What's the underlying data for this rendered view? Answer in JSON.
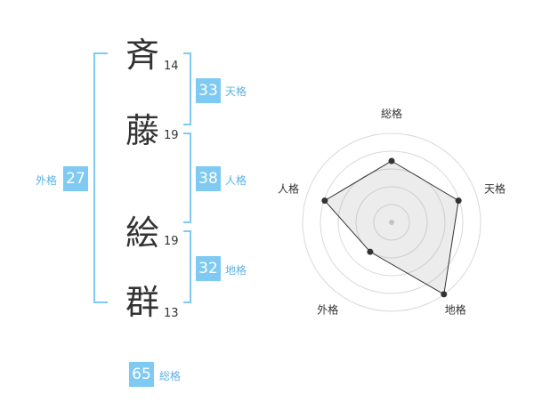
{
  "name": {
    "chars": [
      {
        "char": "斉",
        "strokes": "14"
      },
      {
        "char": "藤",
        "strokes": "19"
      },
      {
        "char": "絵",
        "strokes": "19"
      },
      {
        "char": "群",
        "strokes": "13"
      }
    ]
  },
  "fortune": {
    "tenkaku": {
      "label": "天格",
      "value": "33"
    },
    "jinkaku": {
      "label": "人格",
      "value": "38"
    },
    "chikaku": {
      "label": "地格",
      "value": "32"
    },
    "gaikaku": {
      "label": "外格",
      "value": "27"
    },
    "soukaku": {
      "label": "総格",
      "value": "65"
    }
  },
  "colors": {
    "accent": "#7fcaf3",
    "box": "#7fcaf3",
    "label": "#5cb3e6",
    "text": "#333333"
  },
  "chart_data": {
    "type": "radar",
    "axes": [
      "総格",
      "天格",
      "地格",
      "外格",
      "人格"
    ],
    "values": [
      0.69,
      0.79,
      1.0,
      0.41,
      0.79
    ],
    "max": 1.0,
    "rings": 5,
    "grid": true
  }
}
